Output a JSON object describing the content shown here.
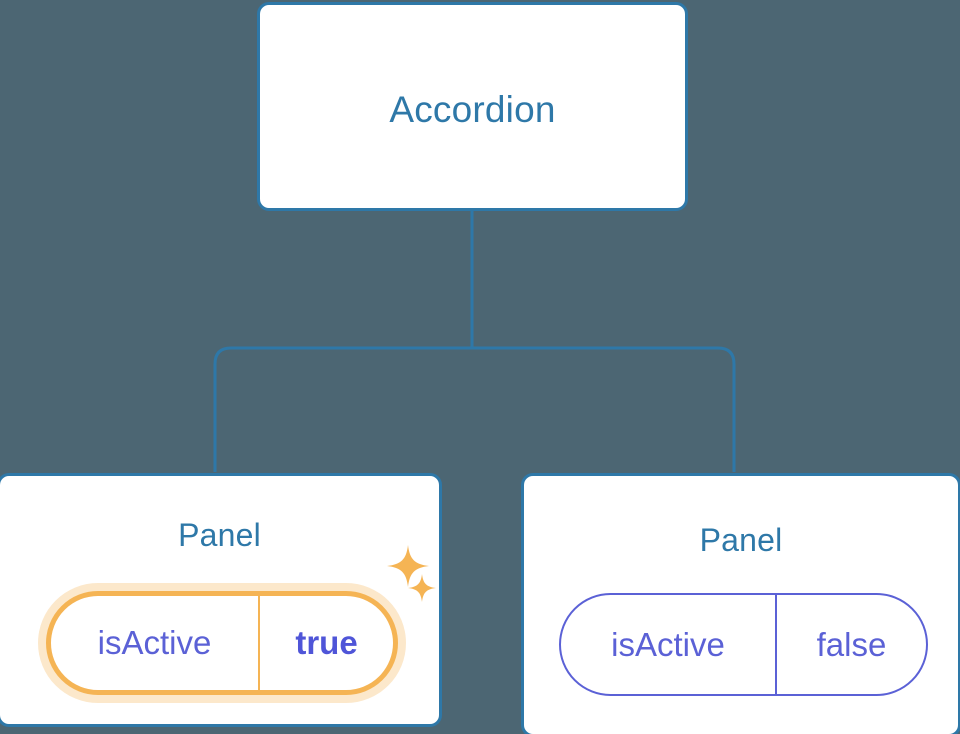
{
  "theme": {
    "background": "#4c6673",
    "card_background": "#ffffff",
    "card_border": "#2e78a8",
    "title_color": "#2e78a8",
    "connector_color": "#2e78a8",
    "prop_idle_color": "#5b61d6",
    "prop_highlight_color": "#f5b454",
    "prop_highlight_glow": "#fae0b8",
    "sparkle_color": "#f5b454"
  },
  "tree": {
    "root": {
      "title": "Accordion"
    },
    "children": [
      {
        "title": "Panel",
        "prop": {
          "key": "isActive",
          "value": "true",
          "state": "highlight"
        },
        "sparkles": [
          {
            "name": "sparkle-large"
          },
          {
            "name": "sparkle-small"
          }
        ]
      },
      {
        "title": "Panel",
        "prop": {
          "key": "isActive",
          "value": "false",
          "state": "idle"
        }
      }
    ]
  }
}
